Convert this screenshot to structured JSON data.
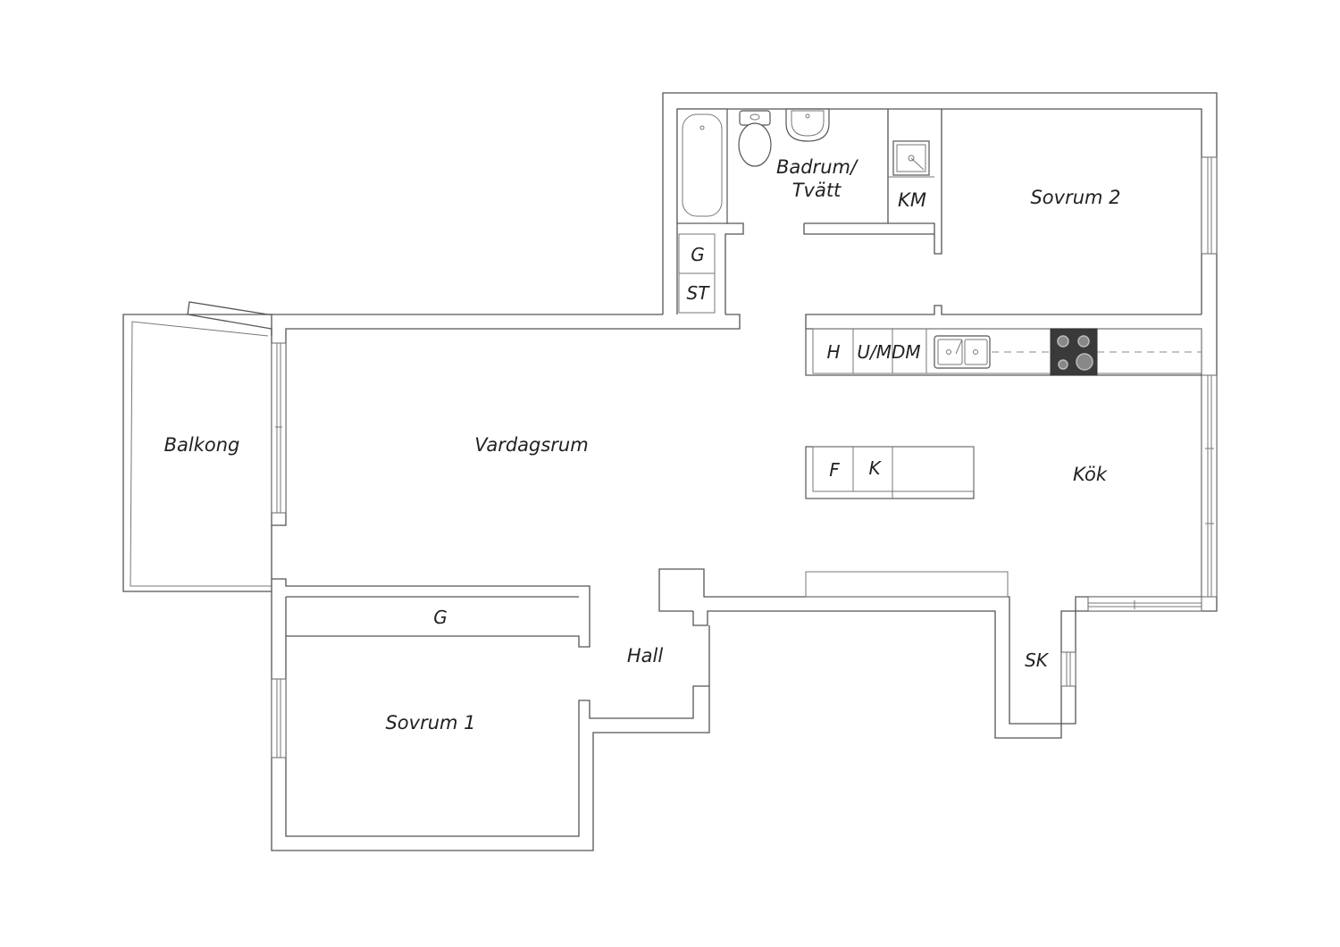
{
  "rooms": {
    "badrum": {
      "line1": "Badrum/",
      "line2": "Tvätt"
    },
    "km": "KM",
    "sovrum2": "Sovrum 2",
    "g_storage": "G",
    "st": "ST",
    "balkong": "Balkong",
    "vardagsrum": "Vardagsrum",
    "h": "H",
    "umdm": "U/MDM",
    "f": "F",
    "k": "K",
    "kok": "Kök",
    "g_sovrum1": "G",
    "hall": "Hall",
    "sk": "SK",
    "sovrum1": "Sovrum 1"
  },
  "colors": {
    "wall": "#555555",
    "hob": "#3a3a3a",
    "text": "#222222"
  }
}
